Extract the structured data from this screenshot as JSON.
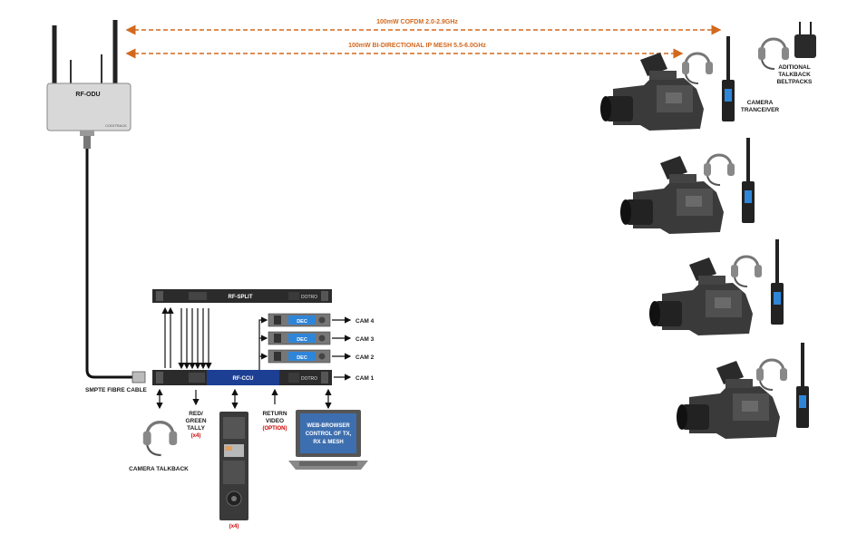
{
  "links": {
    "cofdm": "100mW COFDM 2.0-2.9GHz",
    "mesh": "100mW BI-DIRECTIONAL IP MESH 5.5-6.0GHz"
  },
  "rf_odu": {
    "label": "RF-ODU",
    "brand": "CODITRACK"
  },
  "cable": "SMPTE FIBRE CABLE",
  "rf_split": {
    "label": "RF-SPLIT",
    "brand": "DOTRO"
  },
  "rf_ccu": {
    "label": "RF-CCU",
    "brand": "DOTRO"
  },
  "decoders": [
    {
      "label": "DEC",
      "cam": "CAM 4"
    },
    {
      "label": "DEC",
      "cam": "CAM 3"
    },
    {
      "label": "DEC",
      "cam": "CAM 2"
    }
  ],
  "cam1": "CAM 1",
  "talkback": "CAMERA TALKBACK",
  "tally": {
    "line1": "RED/",
    "line2": "GREEN",
    "line3": "TALLY",
    "count": "(x4)"
  },
  "return_video": {
    "line1": "RETURN",
    "line2": "VIDEO",
    "option": "(OPTION)"
  },
  "rcp_count": "(x4)",
  "browser": {
    "line1": "WEB-BROWSER",
    "line2": "CONTROL OF TX,",
    "line3": "RX & MESH"
  },
  "camera_transceiver": {
    "line1": "CAMERA",
    "line2": "TRANCEIVER"
  },
  "beltpacks": {
    "line1": "ADITIONAL",
    "line2": "TALKBACK",
    "line3": "BELTPACKS"
  },
  "colors": {
    "link_arrow": "#d2691e",
    "ccu_blue": "#1c3f94",
    "dec_blue": "#2f86d8",
    "option_red": "#cc0000"
  }
}
